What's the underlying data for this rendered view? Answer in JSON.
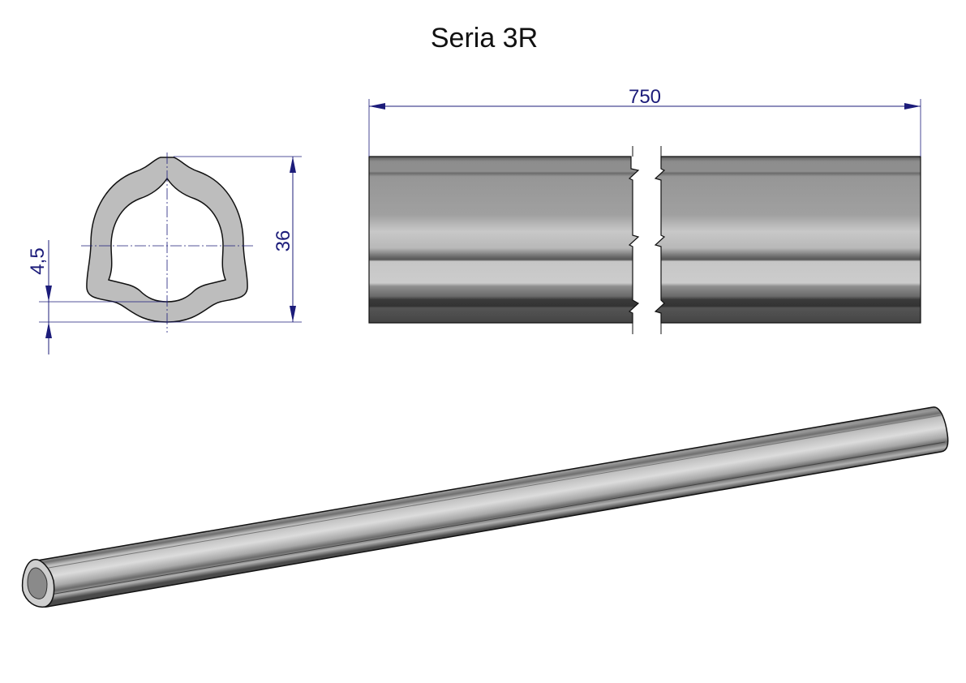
{
  "title": "Seria 3R",
  "dimensions": {
    "length": "750",
    "height": "36",
    "wall_thickness": "4,5"
  },
  "colors": {
    "dimension": "#1c1c7a",
    "profile_fill": "#bdbdbd"
  }
}
